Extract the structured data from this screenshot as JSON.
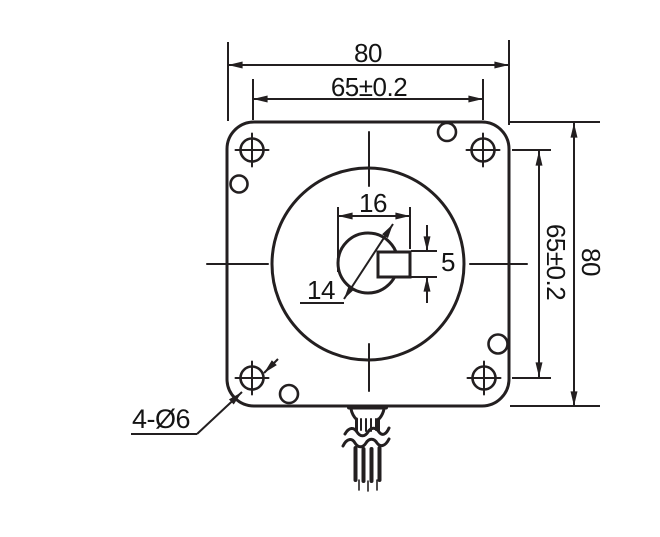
{
  "drawing": {
    "dimensions": {
      "overall_width": "80",
      "mount_hole_spacing_h": "65±0.2",
      "overall_height": "80",
      "mount_hole_spacing_v": "65±0.2",
      "boss_flat_width": "16",
      "shaft_diameter": "14",
      "key_height": "5",
      "mount_holes": "4-Ø6"
    },
    "colors": {
      "line": "#231f20",
      "text": "#141414",
      "background": "#ffffff"
    }
  }
}
